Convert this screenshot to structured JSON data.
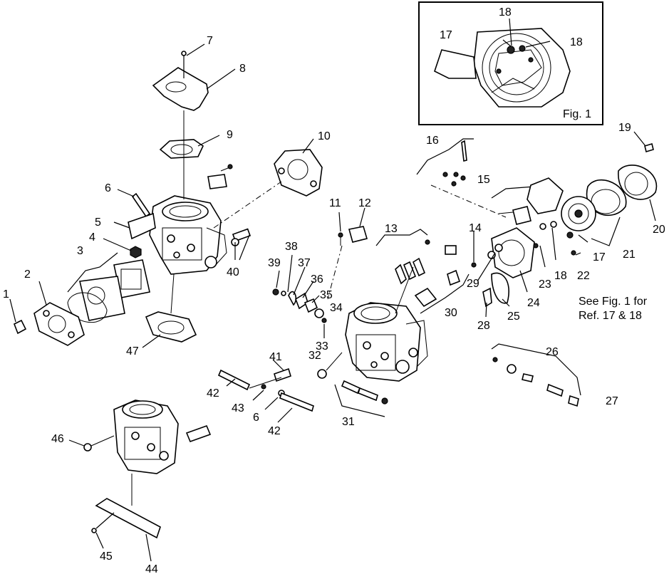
{
  "callouts": {
    "c1": "1",
    "c2": "2",
    "c3": "3",
    "c4": "4",
    "c5": "5",
    "c6a": "6",
    "c6b": "6",
    "c7": "7",
    "c8": "8",
    "c9": "9",
    "c10": "10",
    "c11": "11",
    "c12": "12",
    "c13": "13",
    "c14": "14",
    "c15": "15",
    "c16": "16",
    "c17a": "17",
    "c17b": "17",
    "c18a": "18",
    "c18b": "18",
    "c18c": "18",
    "c19": "19",
    "c20": "20",
    "c21": "21",
    "c22": "22",
    "c23": "23",
    "c24": "24",
    "c25": "25",
    "c26": "26",
    "c27": "27",
    "c28": "28",
    "c29": "29",
    "c30": "30",
    "c31": "31",
    "c32": "32",
    "c33": "33",
    "c34": "34",
    "c35": "35",
    "c36": "36",
    "c37": "37",
    "c38": "38",
    "c39": "39",
    "c40": "40",
    "c41": "41",
    "c42a": "42",
    "c42b": "42",
    "c43": "43",
    "c44": "44",
    "c45": "45",
    "c46": "46",
    "c47": "47"
  },
  "inset": {
    "label": "Fig. 1"
  },
  "note": {
    "line1": "See Fig. 1 for",
    "line2": "Ref. 17 & 18"
  }
}
